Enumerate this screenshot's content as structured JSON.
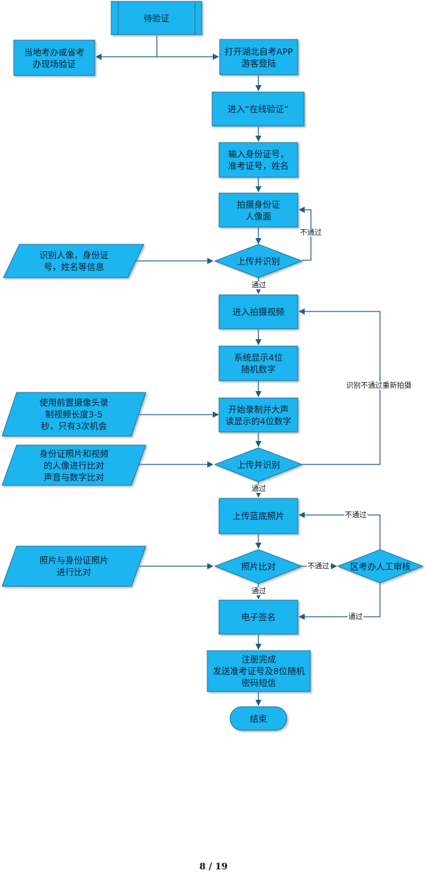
{
  "colors": {
    "fill": "#1fb5ef",
    "stroke": "#2d6d93",
    "line": "#1f5f86"
  },
  "nodes": {
    "start": "待验证",
    "local": "当地考办或省考\n办现场验证",
    "open_app": "打开湖北自考APP\n游客登陆",
    "enter_online": "进入“在线验证”",
    "input_id": "输入身份证号，\n准考证号，姓名",
    "photo_id": "拍摄身份证\n人像面",
    "upload1": "上传并识别",
    "recog_info": "识别人像，身份证\n号，姓名等信息",
    "enter_video": "进入拍摄视频",
    "show_digits": "系统显示4位\n随机数字",
    "front_camera": "使用前置摄像头录\n制视频长度3-5\n秒，只有3次机会",
    "record": "开始录制并大声\n读显示的4位数字",
    "compare_desc": "身份证照片和视频\n的人像进行比对\n声音与数字比对",
    "upload2": "上传并识别",
    "upload_blue": "上传蓝底照片",
    "photo_desc": "照片与身份证照片\n进行比对",
    "photo_compare": "照片比对",
    "manual": "区考办人工审核",
    "esign": "电子签名",
    "complete": "注册完成\n发送准考证号及8位随机\n密码短信",
    "end": "结束"
  },
  "edge_labels": {
    "fail1": "不通过",
    "pass1": "通过",
    "retake": "识别不通过重新拍摄",
    "pass2": "通过",
    "fail_manual": "不通过",
    "fail_compare": "不通过",
    "pass3": "通过",
    "pass_manual": "通过"
  },
  "footer": {
    "page": "8 / 19"
  }
}
